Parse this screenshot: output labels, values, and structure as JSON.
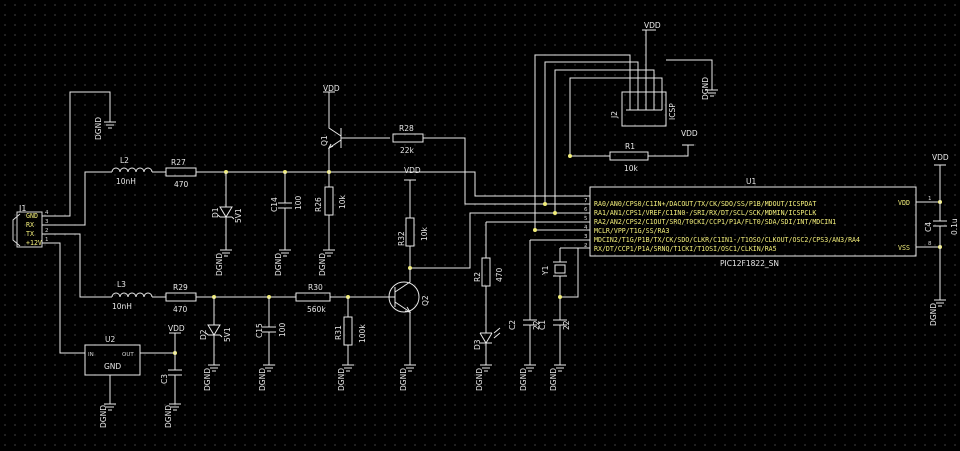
{
  "labels": {
    "vdd": "VDD",
    "dgnd": "DGND",
    "gnd": "GND"
  },
  "connector_j1": {
    "ref": "J1",
    "pins": [
      "GND",
      "RX",
      "TX",
      "+12V"
    ],
    "pin_numbers": [
      "4",
      "3",
      "2",
      "1"
    ]
  },
  "inductors": {
    "l2": {
      "ref": "L2",
      "value": "10nH"
    },
    "l3": {
      "ref": "L3",
      "value": "10nH"
    }
  },
  "resistors": {
    "r27": {
      "ref": "R27",
      "value": "470"
    },
    "r29": {
      "ref": "R29",
      "value": "470"
    },
    "r28": {
      "ref": "R28",
      "value": "22k"
    },
    "r26": {
      "ref": "R26",
      "value": "10k"
    },
    "r32": {
      "ref": "R32",
      "value": "10k"
    },
    "r30": {
      "ref": "R30",
      "value": "560k"
    },
    "r31": {
      "ref": "R31",
      "value": "100k"
    },
    "r1": {
      "ref": "R1",
      "value": "10k"
    },
    "r2": {
      "ref": "R2",
      "value": "470"
    }
  },
  "diodes": {
    "d1": {
      "ref": "D1",
      "value": "5V1"
    },
    "d2": {
      "ref": "D2",
      "value": "5V1"
    },
    "d3": {
      "ref": "D3"
    }
  },
  "capacitors": {
    "c14": {
      "ref": "C14",
      "value": "100"
    },
    "c15": {
      "ref": "C15",
      "value": "100"
    },
    "c3": {
      "ref": "C3"
    },
    "c2": {
      "ref": "C2",
      "value": "22"
    },
    "c1": {
      "ref": "C1",
      "value": "22"
    },
    "c4": {
      "ref": "C4",
      "value": "0.1u"
    }
  },
  "transistors": {
    "q1": {
      "ref": "Q1"
    },
    "q2": {
      "ref": "Q2"
    }
  },
  "crystal": {
    "ref": "Y1"
  },
  "regulator_u2": {
    "ref": "U2",
    "in_label": "IN",
    "out_label": "OUT",
    "gnd_label": "GND"
  },
  "header_j2": {
    "ref": "J2",
    "name": "ICSP"
  },
  "mcu_u1": {
    "ref": "U1",
    "part": "PIC12F1822_SN",
    "pins_left": [
      "RA0/AN0/CPS0/C1IN+/DACOUT/TX/CK/SDO/SS/P1B/MDOUT/ICSPDAT",
      "RA1/AN1/CPS1/VREF/C1IN0-/SRI/RX/DT/SCL/SCK/MDMIN/ICSPCLK",
      "RA2/AN2/CPS2/C1OUT/SRQ/T0CKI/CCP1/P1A/FLT0/SDA/SDI/INT/MDCIN1",
      "MCLR/VPP/T1G/SS/RA3",
      "MDCIN2/T1G/P1B/TX/CK/SDO/CLKR/C1IN1-/T1OSO/CLKOUT/OSC2/CPS3/AN3/RA4",
      "RX/DT/CCP1/P1A/SRNQ/T1CKI/T1OSI/OSC1/CLKIN/RA5"
    ],
    "pin_numbers_left": [
      "7",
      "6",
      "5",
      "4",
      "3",
      "2"
    ],
    "vdd_label": "VDD",
    "vss_label": "VSS",
    "vdd_pin": "1",
    "vss_pin": "8"
  }
}
